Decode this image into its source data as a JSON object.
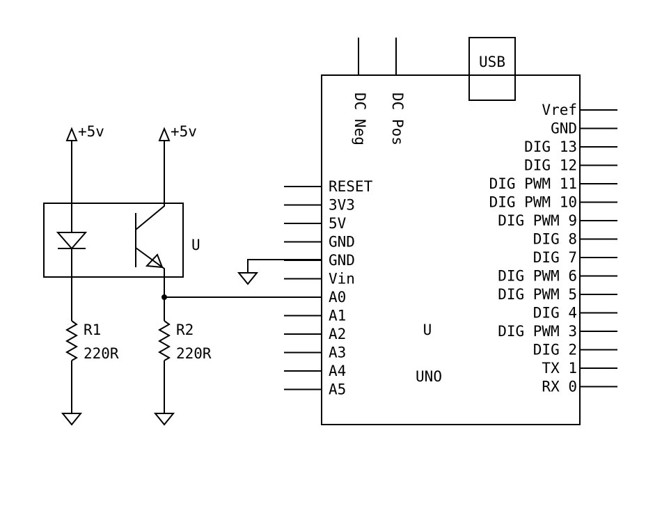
{
  "supply": {
    "left_label": "+5v",
    "right_label": "+5v"
  },
  "optocoupler": {
    "ref": "U"
  },
  "resistors": [
    {
      "ref": "R1",
      "value": "220R"
    },
    {
      "ref": "R2",
      "value": "220R"
    }
  ],
  "board": {
    "ref": "U",
    "model": "UNO",
    "usb_label": "USB",
    "top_pins": [
      "DC Neg",
      "DC Pos"
    ],
    "left_pins": [
      "RESET",
      "3V3",
      "5V",
      "GND",
      "GND",
      "Vin",
      "A0",
      "A1",
      "A2",
      "A3",
      "A4",
      "A5"
    ],
    "right_pins": [
      "Vref",
      "GND",
      "DIG 13",
      "DIG 12",
      "DIG PWM 11",
      "DIG PWM 10",
      "DIG PWM 9",
      "DIG 8",
      "DIG 7",
      "DIG PWM 6",
      "DIG PWM 5",
      "DIG 4",
      "DIG PWM 3",
      "DIG 2",
      "TX 1",
      "RX 0"
    ]
  }
}
